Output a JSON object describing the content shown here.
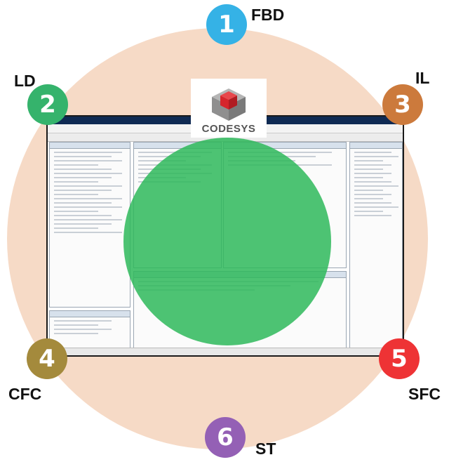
{
  "logo": {
    "text": "CODESYS"
  },
  "badges": [
    {
      "number": "1",
      "label": "FBD",
      "color": "#35b2e6"
    },
    {
      "number": "2",
      "label": "LD",
      "color": "#35b36c"
    },
    {
      "number": "3",
      "label": "IL",
      "color": "#cc7a3c"
    },
    {
      "number": "4",
      "label": "CFC",
      "color": "#a48a3c"
    },
    {
      "number": "5",
      "label": "SFC",
      "color": "#ee3335"
    },
    {
      "number": "6",
      "label": "ST",
      "color": "#9460b5"
    }
  ],
  "colors": {
    "ring": "#f6dac6",
    "center_circle": "#2eb85a",
    "logo_cube_red": "#d6252c",
    "logo_cube_gray": "#9a9a9a"
  }
}
